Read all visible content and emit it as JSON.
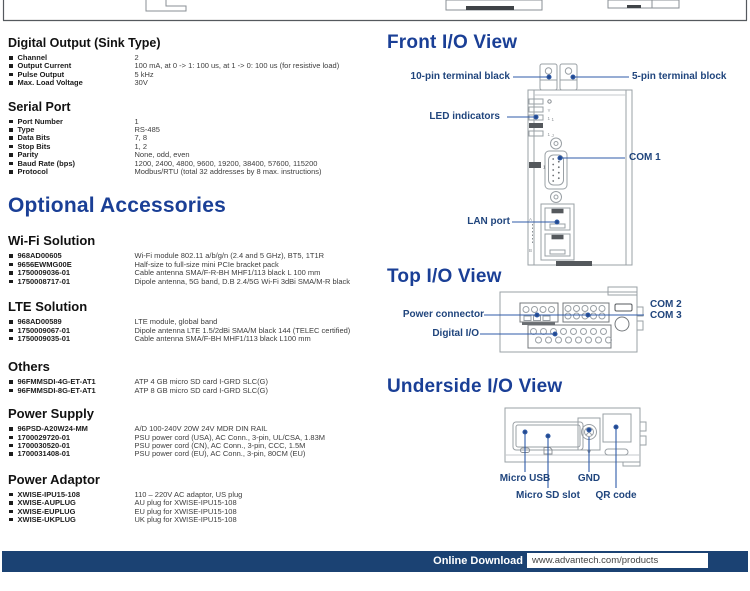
{
  "colors": {
    "heading_blue": "#1a3f96",
    "diagram_label_navy": "#20457d",
    "leader_blue": "#2f5ba8",
    "footer_navy": "#1b4273"
  },
  "left": {
    "spec_sections": [
      {
        "title": "Digital Output (Sink Type)",
        "rows": [
          {
            "label": "Channel",
            "value": "2"
          },
          {
            "label": "Output Current",
            "value": "100 mA, at 0 -> 1: 100 us, at 1 -> 0: 100 us (for resistive load)"
          },
          {
            "label": "Pulse Output",
            "value": "5 kHz"
          },
          {
            "label": "Max. Load Voltage",
            "value": "30V"
          }
        ]
      },
      {
        "title": "Serial Port",
        "rows": [
          {
            "label": "Port Number",
            "value": "1"
          },
          {
            "label": "Type",
            "value": "RS-485"
          },
          {
            "label": "Data Bits",
            "value": "7, 8"
          },
          {
            "label": "Stop Bits",
            "value": "1, 2"
          },
          {
            "label": "Parity",
            "value": "None, odd, even"
          },
          {
            "label": "Baud Rate (bps)",
            "value": "1200, 2400, 4800, 9600, 19200, 38400, 57600, 115200"
          },
          {
            "label": "Protocol",
            "value": "Modbus/RTU (total 32 addresses by 8 max. instructions)"
          }
        ]
      }
    ],
    "accessories_heading": "Optional Accessories",
    "accessory_sections": [
      {
        "title": "Wi-Fi Solution",
        "rows": [
          {
            "label": "968AD00605",
            "value": "Wi-Fi module 802.11 a/b/g/n (2.4 and 5 GHz), BT5, 1T1R"
          },
          {
            "label": "9656EWMG00E",
            "value": "Half-size to full-size mini PCIe bracket pack"
          },
          {
            "label": "1750009036-01",
            "value": "Cable antenna SMA/F-R-BH MHF1/113 black L 100 mm"
          },
          {
            "label": "1750008717-01",
            "value": "Dipole antenna, 5G band, D.B 2.4/5G Wi-Fi 3dBi SMA/M-R black"
          }
        ]
      },
      {
        "title": "LTE Solution",
        "rows": [
          {
            "label": "968AD00589",
            "value": "LTE module, global band"
          },
          {
            "label": "1750009067-01",
            "value": "Dipole antenna LTE 1.5/2dBi SMA/M black 144 (TELEC certified)"
          },
          {
            "label": "1750009035-01",
            "value": "Cable antenna SMA/F-BH MHF1/113 black L100 mm"
          }
        ]
      },
      {
        "title": "Others",
        "rows": [
          {
            "label": "96FMMSDI-4G-ET-AT1",
            "value": "ATP 4 GB micro SD card I-GRD SLC(G)"
          },
          {
            "label": "96FMMSDI-8G-ET-AT1",
            "value": "ATP 8 GB micro SD card I-GRD SLC(G)"
          }
        ]
      },
      {
        "title": "Power Supply",
        "rows": [
          {
            "label": "96PSD-A20W24-MM",
            "value": "A/D 100-240V 20W 24V MDR DIN RAIL"
          },
          {
            "label": "1700029720-01",
            "value": "PSU power cord (USA), AC Conn., 3-pin, UL/CSA, 1.83M"
          },
          {
            "label": "1700030520-01",
            "value": "PSU power cord (CN), AC Conn., 3-pin, CCC, 1.5M"
          },
          {
            "label": "1700031408-01",
            "value": "PSU power cord (EU), AC Conn., 3-pin, 80CM (EU)"
          }
        ]
      },
      {
        "title": "Power Adaptor",
        "rows": [
          {
            "label": "XWISE-IPU15-108",
            "value": "110 – 220V AC adaptor, US plug"
          },
          {
            "label": "XWISE-AUPLUG",
            "value": "AU plug for XWISE-IPU15-108"
          },
          {
            "label": "XWISE-EUPLUG",
            "value": "EU plug for XWISE-IPU15-108"
          },
          {
            "label": "XWISE-UKPLUG",
            "value": "UK plug for XWISE-IPU15-108"
          }
        ]
      }
    ]
  },
  "right": {
    "front": {
      "title": "Front I/O View",
      "labels": {
        "terminal10": "10-pin terminal black",
        "terminal5": "5-pin terminal block",
        "led": "LED indicators",
        "com1": "COM 1",
        "lan": "LAN port"
      }
    },
    "top": {
      "title": "Top I/O View",
      "labels": {
        "power": "Power connector",
        "dio": "Digital I/O",
        "com2": "COM 2",
        "com3": "COM 3"
      }
    },
    "underside": {
      "title": "Underside I/O View",
      "labels": {
        "usb": "Micro USB",
        "sd": "Micro SD slot",
        "gnd": "GND",
        "qr": "QR code"
      }
    }
  },
  "footer": {
    "label": "Online Download",
    "url": "www.advantech.com/products"
  }
}
